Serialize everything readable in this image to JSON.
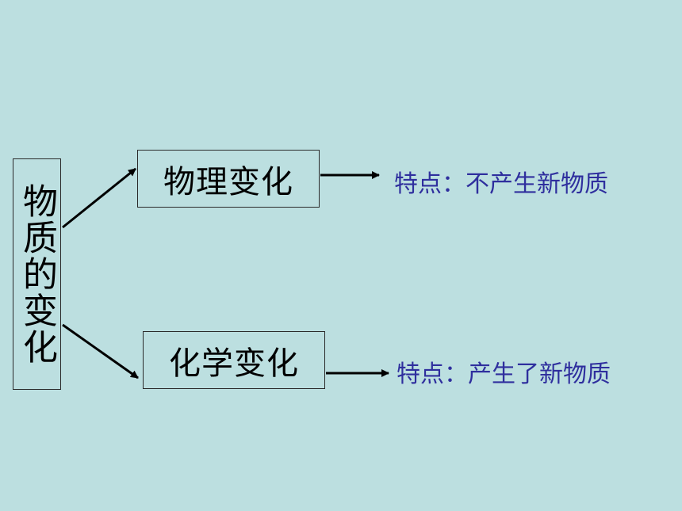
{
  "root": {
    "label": "物质的变化"
  },
  "branches": [
    {
      "label": "物理变化",
      "feature": "特点：不产生新物质"
    },
    {
      "label": "化学变化",
      "feature": "特点：产生了新物质"
    }
  ],
  "colors": {
    "background": "#bcdfe0",
    "text": "#000000",
    "feature_text": "#2f2f9e",
    "arrow": "#000000"
  }
}
